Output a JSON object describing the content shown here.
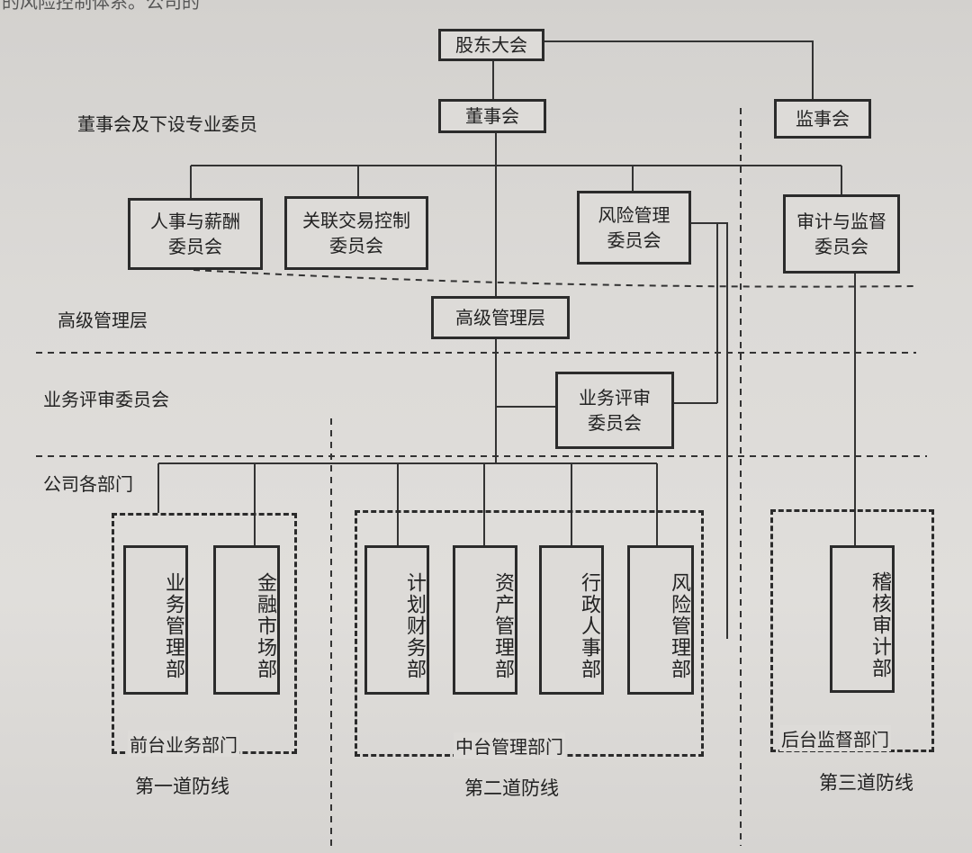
{
  "header_fragment": "的风险控制体系。公司的",
  "boxes": {
    "shareholders": "股东大会",
    "board": "董事会",
    "supervisors": "监事会",
    "hr_committee": "人事与薪酬\n委员会",
    "related_committee": "关联交易控制\n委员会",
    "risk_committee": "风险管理\n委员会",
    "audit_committee": "审计与监督\n委员会",
    "senior_mgmt": "高级管理层",
    "business_review": "业务评审\n委员会",
    "dept_business": "业务管理部",
    "dept_finance_market": "金融市场部",
    "dept_planning": "计划财务部",
    "dept_assets": "资产管理部",
    "dept_admin_hr": "行政人事部",
    "dept_risk": "风险管理部",
    "dept_audit": "稽核审计部"
  },
  "layer_labels": {
    "board_layer": "董事会及下设专业委员",
    "senior_layer": "高级管理层",
    "review_layer": "业务评审委员会",
    "dept_layer": "公司各部门"
  },
  "groups": {
    "front": "前台业务部门",
    "middle": "中台管理部门",
    "back": "后台监督部门"
  },
  "defense_lines": {
    "first": "第一道防线",
    "second": "第二道防线",
    "third": "第三道防线"
  }
}
